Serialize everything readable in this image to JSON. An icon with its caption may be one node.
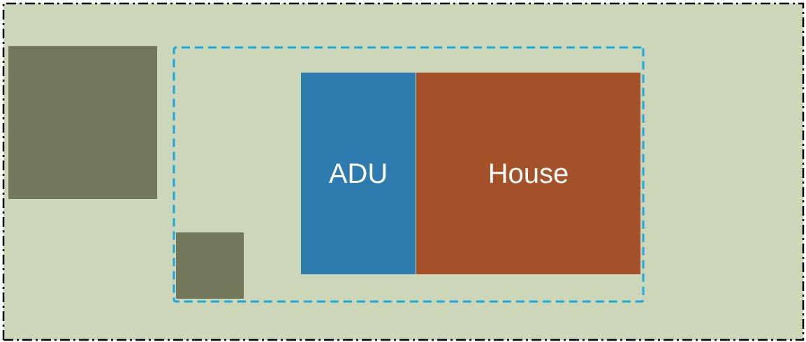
{
  "diagram": {
    "nodes": [
      {
        "text": [],
        "shape": "box"
      },
      {
        "text": [],
        "shape": "box",
        "in": 0
      },
      {
        "text": [],
        "shape": "box",
        "in": 0
      },
      {
        "text": [
          "ADU"
        ],
        "in": 2
      },
      {
        "text": [
          "House"
        ],
        "in": 2
      },
      {
        "text": [],
        "shape": "box",
        "in": 2
      }
    ]
  }
}
